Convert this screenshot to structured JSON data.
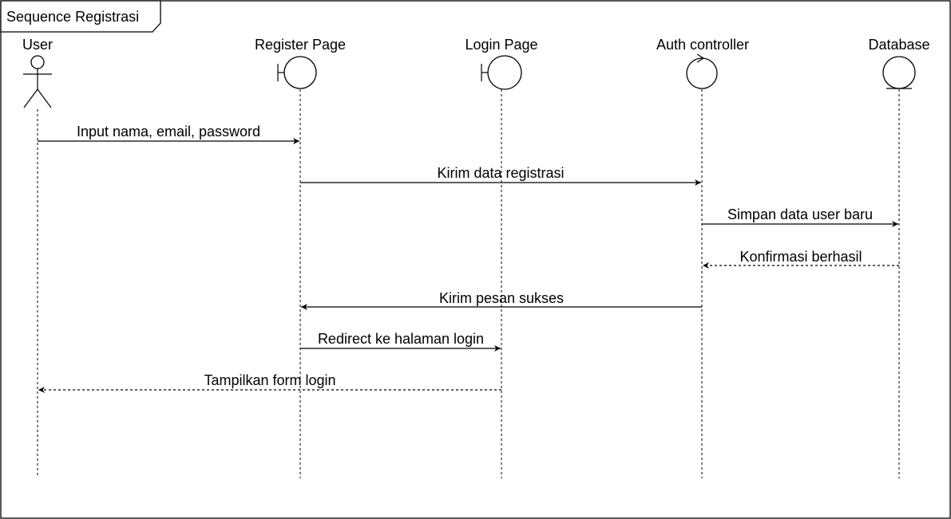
{
  "frame": {
    "title": "Sequence Registrasi"
  },
  "participants": [
    {
      "id": "user",
      "label": "User",
      "kind": "actor"
    },
    {
      "id": "register",
      "label": "Register Page",
      "kind": "boundary"
    },
    {
      "id": "login",
      "label": "Login Page",
      "kind": "boundary"
    },
    {
      "id": "auth",
      "label": "Auth controller",
      "kind": "control"
    },
    {
      "id": "database",
      "label": "Database",
      "kind": "entity"
    }
  ],
  "messages": [
    {
      "label": "Input nama, email, password",
      "from": "user",
      "to": "register",
      "style": "solid"
    },
    {
      "label": "Kirim data registrasi",
      "from": "register",
      "to": "auth",
      "style": "solid"
    },
    {
      "label": "Simpan data user baru",
      "from": "auth",
      "to": "database",
      "style": "solid"
    },
    {
      "label": "Konfirmasi berhasil",
      "from": "database",
      "to": "auth",
      "style": "dashed"
    },
    {
      "label": "Kirim pesan sukses",
      "from": "auth",
      "to": "register",
      "style": "solid"
    },
    {
      "label": "Redirect ke halaman login",
      "from": "register",
      "to": "login",
      "style": "solid"
    },
    {
      "label": "Tampilkan form login",
      "from": "login",
      "to": "user",
      "style": "dashed"
    }
  ]
}
